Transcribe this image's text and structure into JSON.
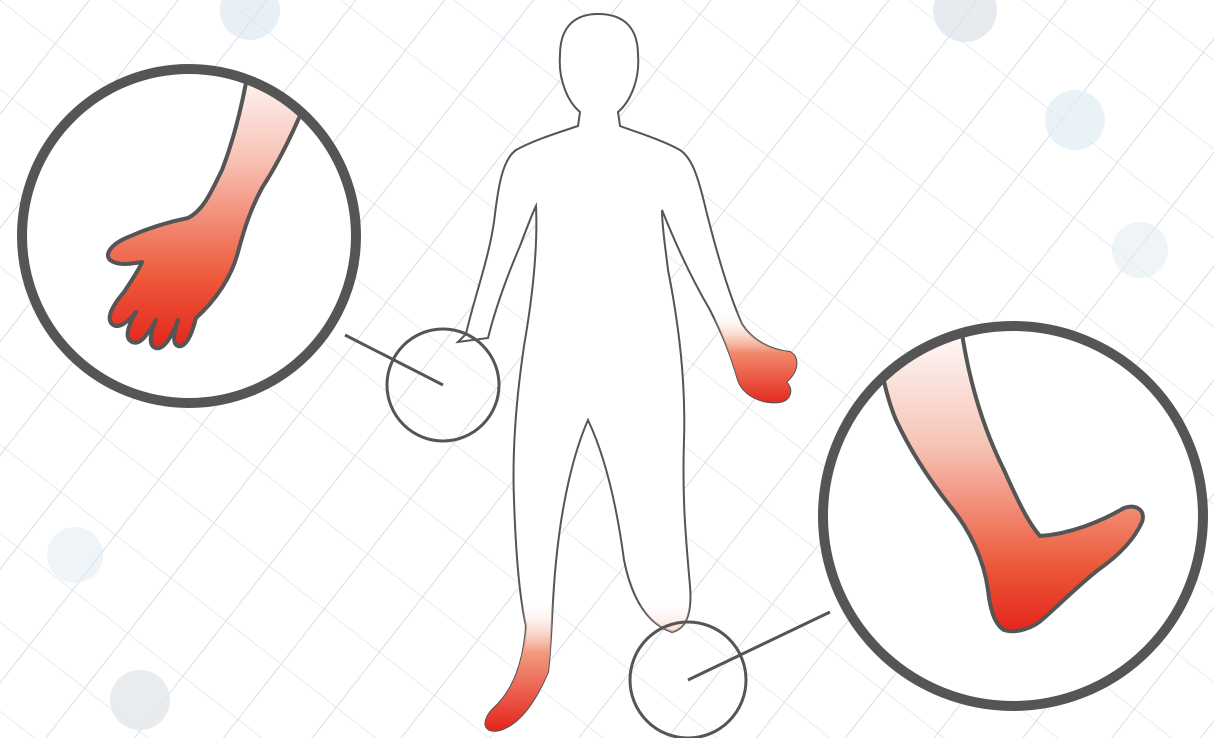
{
  "illustration": {
    "figure": "human-body-silhouette",
    "highlighted_regions": [
      "left-hand",
      "right-hand",
      "left-foot",
      "right-foot"
    ],
    "magnified_views": [
      "hand",
      "foot"
    ]
  },
  "colors": {
    "background": "#ffffff",
    "grid_line": "#c9d7e6",
    "grid_dot": "#dbe6ef",
    "outline": "#555555",
    "body_fill": "#ffffff",
    "highlight_strong": "#e3261d",
    "highlight_fade": "#ffffff"
  }
}
